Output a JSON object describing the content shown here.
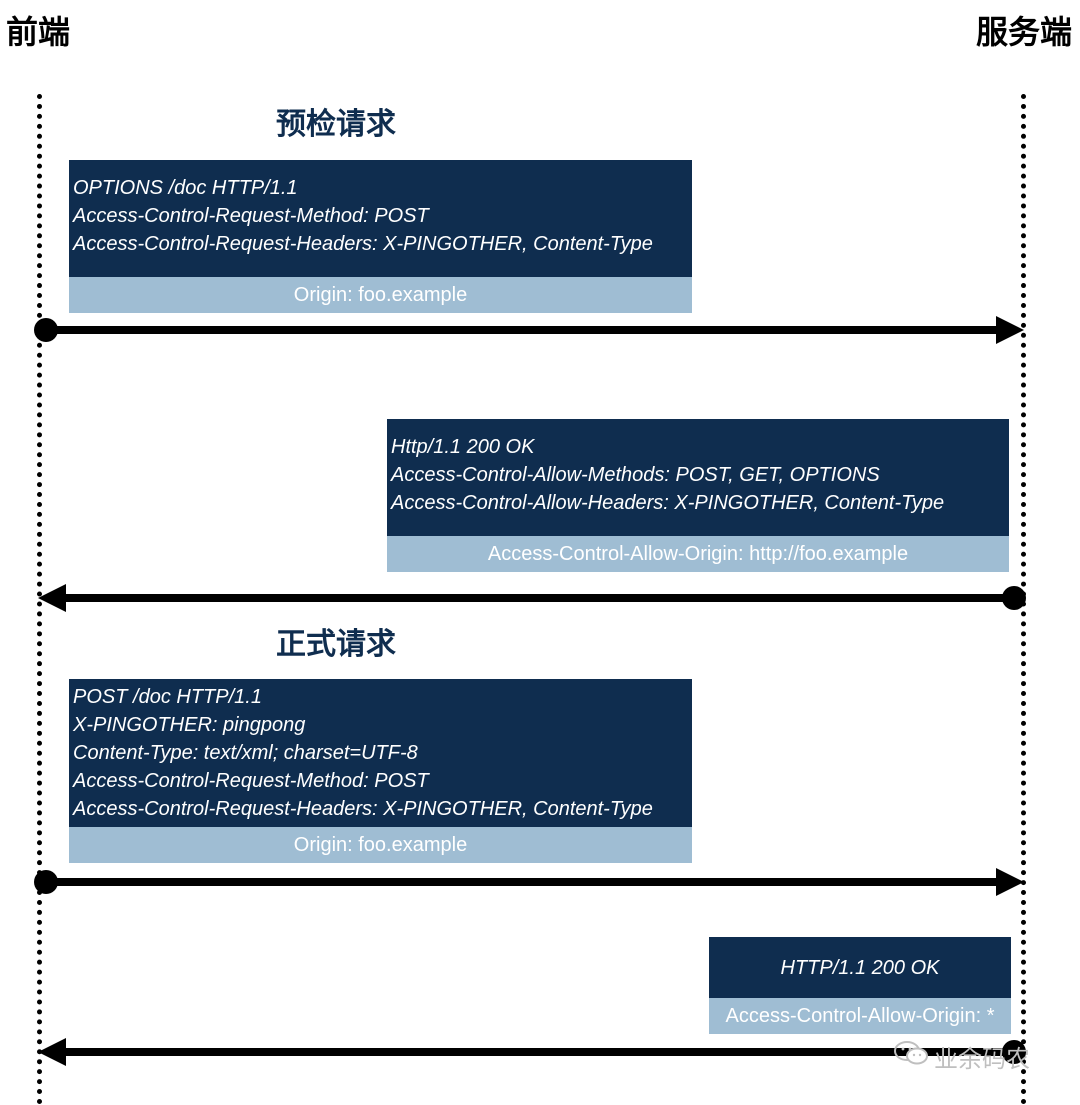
{
  "lanes": {
    "left": "前端",
    "right": "服务端"
  },
  "sections": {
    "preflight": "预检请求",
    "actual": "正式请求"
  },
  "messages": {
    "preflight_request": {
      "lines": [
        "OPTIONS /doc HTTP/1.1",
        "Access-Control-Request-Method: POST",
        "Access-Control-Request-Headers: X-PINGOTHER, Content-Type"
      ],
      "footer": "Origin: foo.example"
    },
    "preflight_response": {
      "lines": [
        "Http/1.1 200 OK",
        "Access-Control-Allow-Methods: POST, GET, OPTIONS",
        "Access-Control-Allow-Headers: X-PINGOTHER, Content-Type"
      ],
      "footer": "Access-Control-Allow-Origin: http://foo.example"
    },
    "actual_request": {
      "lines": [
        "POST /doc HTTP/1.1",
        "X-PINGOTHER: pingpong",
        "Content-Type: text/xml; charset=UTF-8",
        "Access-Control-Request-Method: POST",
        "Access-Control-Request-Headers: X-PINGOTHER, Content-Type"
      ],
      "footer": "Origin: foo.example"
    },
    "actual_response": {
      "lines": [
        "HTTP/1.1 200 OK"
      ],
      "footer": "Access-Control-Allow-Origin: *"
    }
  },
  "watermark": {
    "icon": "wechat-icon",
    "text": "业余码农"
  },
  "colors": {
    "dark": "#0f2d4f",
    "light": "#9fbdd3",
    "line": "#000000"
  }
}
